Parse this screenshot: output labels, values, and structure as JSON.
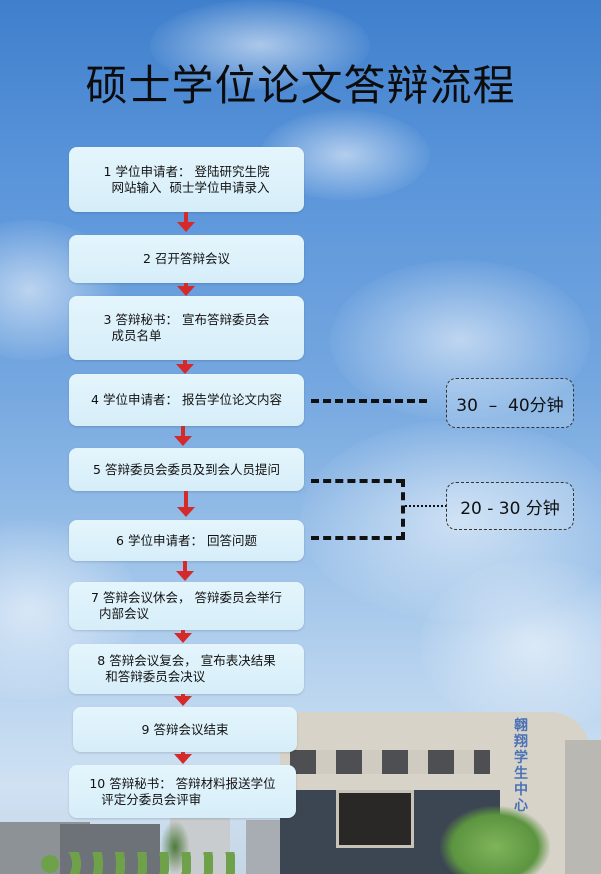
{
  "title": "硕士学位论文答辩流程",
  "steps": [
    {
      "num": "1",
      "text": "1 学位申请者： 登陆研究生院\n  网站输入  硕士学位申请录入"
    },
    {
      "num": "2",
      "text": "2 召开答辩会议"
    },
    {
      "num": "3",
      "text": "3 答辩秘书： 宣布答辩委员会\n  成员名单"
    },
    {
      "num": "4",
      "text": "4 学位申请者： 报告学位论文内容"
    },
    {
      "num": "5",
      "text": "5 答辩委员会委员及到会人员提问"
    },
    {
      "num": "6",
      "text": "6 学位申请者： 回答问题"
    },
    {
      "num": "7",
      "text": "7 答辩会议休会， 答辩委员会举行\n  内部会议"
    },
    {
      "num": "8",
      "text": "8 答辩会议复会， 宣布表决结果\n  和答辩委员会决议"
    },
    {
      "num": "9",
      "text": "9 答辩会议结束"
    },
    {
      "num": "10",
      "text": "10 答辩秘书： 答辩材料报送学位\n   评定分委员会评审"
    }
  ],
  "durations": [
    {
      "label": "30  –  40分钟",
      "applies_to_steps": [
        4
      ]
    },
    {
      "label": "20 - 30 分钟",
      "applies_to_steps": [
        5,
        6
      ]
    }
  ],
  "background": {
    "building_sign": "翱翔学生中心",
    "colors": {
      "sky_top": "#3f7fcc",
      "sky_bottom": "#cfe1f2",
      "box_fill": "#d9f0fa",
      "arrow": "#d52a2a"
    }
  }
}
